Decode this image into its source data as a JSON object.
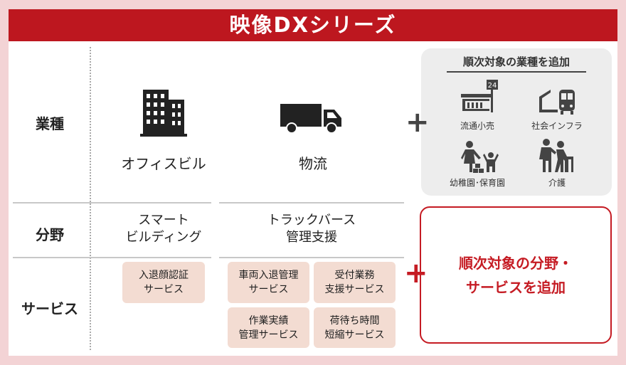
{
  "title": "映像DXシリーズ",
  "rows": {
    "industry": "業種",
    "field": "分野",
    "service": "サービス"
  },
  "columns": [
    {
      "industry": "オフィスビル",
      "icon": "office-building-icon",
      "field": [
        "スマート",
        "ビルディング"
      ],
      "services": [
        [
          "入退顔認証",
          "サービス"
        ]
      ]
    },
    {
      "industry": "物流",
      "icon": "truck-icon",
      "field": [
        "トラックバース",
        "管理支援"
      ],
      "services": [
        [
          "車両入退管理",
          "サービス"
        ],
        [
          "受付業務",
          "支援サービス"
        ],
        [
          "作業実績",
          "管理サービス"
        ],
        [
          "荷待ち時間",
          "短縮サービス"
        ]
      ]
    }
  ],
  "future_industries": {
    "title": "順次対象の業種を追加",
    "items": [
      {
        "label": "流通小売",
        "icon": "convenience-store-icon",
        "badge": "24"
      },
      {
        "label": "社会インフラ",
        "icon": "train-icon"
      },
      {
        "label": "幼稚園･保育園",
        "icon": "childcare-icon"
      },
      {
        "label": "介護",
        "icon": "nursing-care-icon"
      }
    ]
  },
  "future_services": {
    "line1": "順次対象の分野・",
    "line2": "サービスを追加"
  },
  "plus_symbol": "+",
  "colors": {
    "accent": "#bd171f",
    "background": "#f3d3d5",
    "chip": "#f3dcd2",
    "gray_box": "#ededed"
  }
}
